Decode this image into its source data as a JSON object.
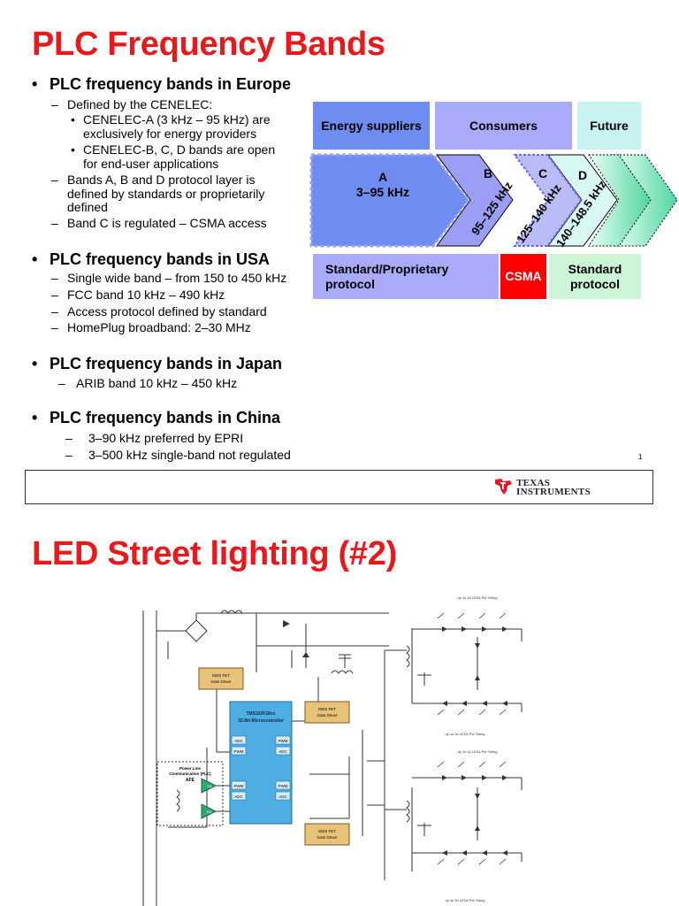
{
  "slide1": {
    "title": "PLC Frequency Bands",
    "europe": {
      "heading": "PLC frequency bands in Europe",
      "items": [
        "Defined by the CENELEC:",
        "CENELEC-A (3 kHz – 95 kHz) are",
        "exclusively for energy providers",
        "CENELEC-B, C, D bands are open",
        "for end-user applications",
        "Bands A, B and D protocol layer is",
        "defined by standards or proprietarily",
        "defined",
        "Band C is regulated – CSMA access"
      ]
    },
    "usa": {
      "heading": "PLC frequency bands in USA",
      "items": [
        "Single wide band – from 150 to 450 kHz",
        "FCC band 10 kHz – 490 kHz",
        "Access protocol defined by standard",
        "HomePlug broadband: 2–30 MHz"
      ]
    },
    "japan": {
      "heading": "PLC frequency bands in Japan",
      "items": [
        "ARIB band 10 kHz – 450 kHz"
      ]
    },
    "china": {
      "heading": "PLC frequency bands in China",
      "items": [
        "3–90 kHz preferred by EPRI",
        "3–500 kHz single-band not regulated"
      ]
    },
    "diagram": {
      "top": [
        "Energy suppliers",
        "Consumers",
        "Future"
      ],
      "band_a_label": "A",
      "band_a_range": "3–95 kHz",
      "band_b_label": "B",
      "band_b_range": "95–125 kHz",
      "band_c_label": "C",
      "band_c_range": "125–140 kHz",
      "band_d_label": "D",
      "band_d_range": "140–148.5 kHz",
      "bottom": [
        "Standard/Proprietary",
        "protocol",
        "CSMA",
        "Standard",
        "protocol"
      ]
    },
    "page_number": "1",
    "logo_line1": "TEXAS",
    "logo_line2": "INSTRUMENTS",
    "colors": {
      "title": "#e8191b",
      "energy": "#6f8cf0",
      "consumers": "#a9aaf9",
      "future": "#c8f2f0",
      "csma": "#ff0000",
      "standard": "#ccf5d6"
    }
  },
  "slide2": {
    "title": "LED Street lighting (#2)",
    "schematic": {
      "mcu_line1": "TMS320F28xx",
      "mcu_line2": "32-Bit Microcontroller",
      "adc": "ADC",
      "pwm": "PWM",
      "mosfet_line1": "MOS FET",
      "mosfet_line2": "Gate Driver",
      "plc_line1": "Power Line",
      "plc_line2": "Communication (PLC)",
      "plc_line3": "AFE",
      "tx": "TX",
      "rx": "RX",
      "leds_note": "Up to 16 LEDs Per String"
    }
  }
}
